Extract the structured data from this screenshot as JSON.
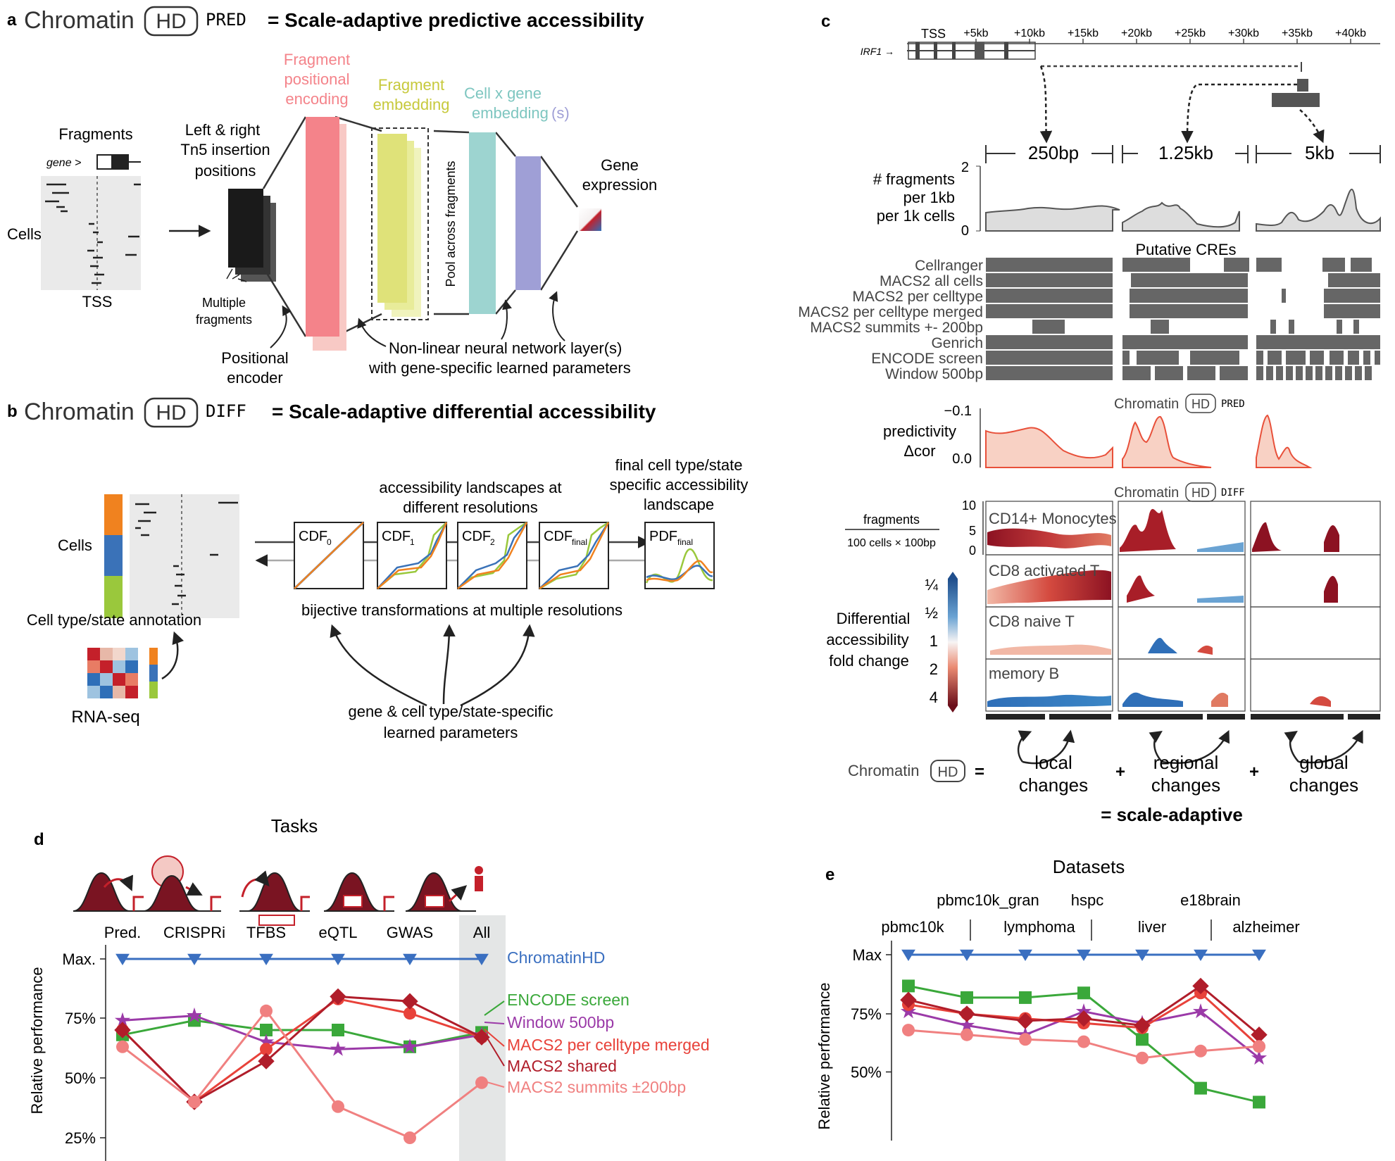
{
  "panels": {
    "a": {
      "letter": "a",
      "brand_left": "Chromatin",
      "brand_box": "HD",
      "suffix": "PRED",
      "title": "= Scale-adaptive predictive accessibility",
      "fragments": "Fragments",
      "gene": "gene >",
      "cells": "Cells",
      "tss": "TSS",
      "tn5": [
        "Left & right",
        "Tn5 insertion",
        "positions"
      ],
      "multiple": [
        "Multiple",
        "fragments"
      ],
      "pos_enc": [
        "Positional",
        "encoder"
      ],
      "frag_pos": [
        "Fragment",
        "positional",
        "encoding"
      ],
      "frag_emb": [
        "Fragment",
        "embedding"
      ],
      "cellxgene": "Cell x gene",
      "embedding": "embedding",
      "s": "(s)",
      "pool": "Pool across fragments",
      "gene_expr": [
        "Gene",
        "expression"
      ],
      "nonlinear": [
        "Non-linear neural network layer(s)",
        "with gene-specific learned parameters"
      ],
      "colors": {
        "pink": "#f4838a",
        "yellow": "#dfe279",
        "teal": "#9dd4d0",
        "purple": "#9f9fd6"
      }
    },
    "b": {
      "letter": "b",
      "brand_left": "Chromatin",
      "brand_box": "HD",
      "suffix": "DIFF",
      "title": "= Scale-adaptive differential accessibility",
      "cells": "Cells",
      "annotation": "Cell type/state annotation",
      "rnaseq": "RNA-seq",
      "landscapes": [
        "accessibility landscapes at",
        "different resolutions"
      ],
      "final": [
        "final cell type/state",
        "specific accessibility",
        "landscape"
      ],
      "cdfs": [
        {
          "main": "CDF",
          "sub": "0"
        },
        {
          "main": "CDF",
          "sub": "1"
        },
        {
          "main": "CDF",
          "sub": "2"
        },
        {
          "main": "CDF",
          "sub": "final"
        }
      ],
      "pdf": {
        "main": "PDF",
        "sub": "final"
      },
      "bijective": "bijective transformations at multiple resolutions",
      "learned": [
        "gene & cell type/state-specific",
        "learned parameters"
      ],
      "celltype_colors": [
        "#f0821f",
        "#3a72b8",
        "#9ac83c"
      ]
    },
    "c": {
      "letter": "c",
      "tss": "TSS",
      "gene": "IRF1 →",
      "axis_ticks": [
        "+5kb",
        "+10kb",
        "+15kb",
        "+20kb",
        "+25kb",
        "+30kb",
        "+35kb",
        "+40kb"
      ],
      "scales": [
        "250bp",
        "1.25kb",
        "5kb"
      ],
      "frag_label": [
        "# fragments",
        "per 1kb",
        "per 1k cells"
      ],
      "frag_ticks": [
        "2",
        "0"
      ],
      "putative": "Putative CREs",
      "cres": [
        "Cellranger",
        "MACS2 all cells",
        "MACS2 per celltype",
        "MACS2 per celltype merged",
        "MACS2 summits +- 200bp",
        "Genrich",
        "ENCODE screen",
        "Window 500bp"
      ],
      "pred_brand": {
        "left": "Chromatin",
        "box": "HD",
        "suffix": "PRED"
      },
      "predictivity": [
        "predictivity",
        "Δcor"
      ],
      "pred_ticks": [
        "−0.1",
        "0.0"
      ],
      "diff_brand": {
        "left": "Chromatin",
        "box": "HD",
        "suffix": "DIFF"
      },
      "frag_fraction": {
        "num": "fragments",
        "den": "100 cells × 100bp"
      },
      "diff_ticks": [
        "10",
        "5",
        "0"
      ],
      "celltypes": [
        "CD14+ Monocytes",
        "CD8 activated T",
        "CD8 naive T",
        "memory B"
      ],
      "colorbar_ticks": [
        "¼",
        "½",
        "1",
        "2",
        "4"
      ],
      "da_label": [
        "Differential",
        "accessibility",
        "fold change"
      ],
      "equation": {
        "brand_left": "Chromatin",
        "brand_box": "HD",
        "eq": "=",
        "plus": "+",
        "terms": [
          [
            "local",
            "changes"
          ],
          [
            "regional",
            "changes"
          ],
          [
            "global",
            "changes"
          ]
        ],
        "result": "= scale-adaptive"
      }
    },
    "d": {
      "letter": "d",
      "title": "Tasks"
    },
    "e": {
      "letter": "e",
      "title": "Datasets"
    }
  },
  "chart_data": [
    {
      "type": "line",
      "title": "Tasks",
      "xlabel": "",
      "ylabel": "Relative performance",
      "categories": [
        "Pred.",
        "CRISPRi",
        "TFBS",
        "eQTL",
        "GWAS",
        "All"
      ],
      "yticks": [
        "Max.",
        "75%",
        "50%",
        "25%"
      ],
      "highlight_category": "All",
      "series": [
        {
          "name": "ChromatinHD",
          "color": "#3a6fc0",
          "marker": "triangle-down",
          "values": [
            "max",
            "max",
            "max",
            "max",
            "max",
            "max"
          ]
        },
        {
          "name": "ENCODE screen",
          "color": "#3aa83a",
          "marker": "square",
          "values": [
            68,
            74,
            70,
            70,
            63,
            69
          ]
        },
        {
          "name": "Window 500bp",
          "color": "#9b3aa8",
          "marker": "star",
          "values": [
            74,
            76,
            65,
            62,
            63,
            68
          ]
        },
        {
          "name": "MACS2 per celltype merged",
          "color": "#e8423a",
          "marker": "circle",
          "values": [
            70,
            40,
            62,
            83,
            77,
            67
          ]
        },
        {
          "name": "MACS2 shared",
          "color": "#b01d2a",
          "marker": "diamond",
          "values": [
            70,
            40,
            57,
            84,
            82,
            67
          ]
        },
        {
          "name": "MACS2 summits ±200bp",
          "color": "#f08080",
          "marker": "circle",
          "values": [
            63,
            40,
            78,
            38,
            25,
            48
          ]
        }
      ]
    },
    {
      "type": "line",
      "title": "Datasets",
      "xlabel": "",
      "ylabel": "Relative performance",
      "categories": [
        "pbmc10k",
        "pbmc10k_gran",
        "lymphoma",
        "hspc",
        "liver",
        "e18brain",
        "alzheimer"
      ],
      "yticks": [
        "Max",
        "75%",
        "50%"
      ],
      "series": [
        {
          "color": "#3a6fc0",
          "marker": "triangle-down",
          "values": [
            "max",
            "max",
            "max",
            "max",
            "max",
            "max",
            "max"
          ]
        },
        {
          "color": "#3aa83a",
          "marker": "square",
          "values": [
            87,
            82,
            82,
            84,
            64,
            43,
            37
          ]
        },
        {
          "color": "#9b3aa8",
          "marker": "star",
          "values": [
            76,
            70,
            66,
            76,
            71,
            76,
            56
          ]
        },
        {
          "color": "#e8423a",
          "marker": "circle",
          "values": [
            79,
            75,
            73,
            71,
            69,
            84,
            61
          ]
        },
        {
          "color": "#b01d2a",
          "marker": "diamond",
          "values": [
            81,
            75,
            72,
            73,
            70,
            87,
            66
          ]
        },
        {
          "color": "#f08080",
          "marker": "circle",
          "values": [
            68,
            66,
            64,
            63,
            56,
            59,
            61
          ]
        }
      ]
    }
  ]
}
